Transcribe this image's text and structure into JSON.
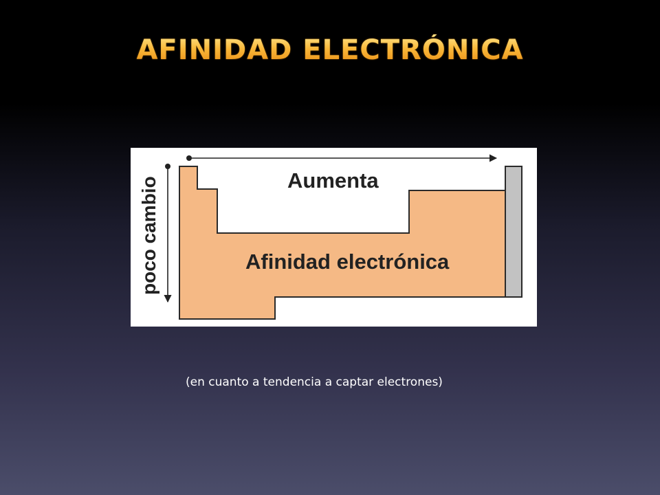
{
  "slide": {
    "title": "AFINIDAD ELECTRÓNICA",
    "caption": "(en cuanto a tendencia a captar electrones)"
  },
  "diagram": {
    "horizontal_label": "Aumenta",
    "vertical_label": "poco cambio",
    "center_label": "Afinidad electrónica",
    "colors": {
      "table_fill": "#f5b985",
      "noble_gas_fill": "#c2c2c2",
      "outline": "#2a2a2a",
      "title_gold": "#f7b030"
    }
  }
}
